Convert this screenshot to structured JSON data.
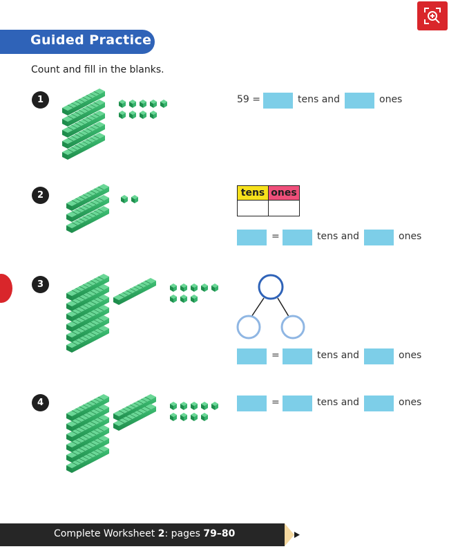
{
  "header": {
    "title": "Guided Practice"
  },
  "instruction": "Count and fill in the blanks.",
  "problems": [
    {
      "number": "1",
      "lhs": "59",
      "eq": "=",
      "tens_word": "tens and",
      "ones_word": "ones",
      "tens_rods": 5,
      "ones_cubes": 9
    },
    {
      "number": "2",
      "eq": "=",
      "tens_word": "tens and",
      "ones_word": "ones",
      "tens_rods": 3,
      "ones_cubes": 2,
      "table": {
        "tens_header": "tens",
        "ones_header": "ones"
      }
    },
    {
      "number": "3",
      "eq": "=",
      "tens_word": "tens and",
      "ones_word": "ones",
      "tens_rods": 7,
      "ones_cubes": 8
    },
    {
      "number": "4",
      "eq": "=",
      "tens_word": "tens and",
      "ones_word": "ones",
      "tens_rods": 8,
      "ones_cubes": 9
    }
  ],
  "footer": {
    "prefix": "Complete Worksheet ",
    "worksheet_number": "2",
    "mid": ": pages ",
    "pages": "79–80"
  },
  "colors": {
    "header_blue": "#2f63b8",
    "blank_blue": "#7dcee8",
    "cube_green": "#37b36d",
    "zoom_red": "#d9262b",
    "tens_yellow": "#f7e11c",
    "ones_pink": "#ef4f7a"
  },
  "icons": {
    "zoom": "zoom-in-icon",
    "footer_arrow": "play-arrow-icon"
  }
}
